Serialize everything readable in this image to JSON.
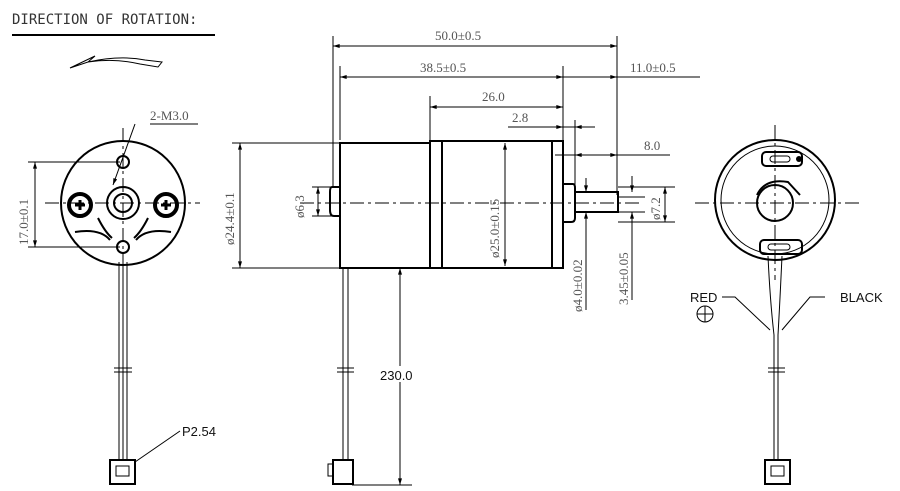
{
  "title": "DIRECTION OF ROTATION:",
  "front_view": {
    "hole_label": "2-M3.0",
    "hole_spacing": "17.0±0.1",
    "connector_label": "P2.54"
  },
  "side_view": {
    "overall_length": "50.0±0.5",
    "body_length": "38.5±0.5",
    "shaft_length": "11.0±0.5",
    "gearbox_length": "26.0",
    "flange_thickness": "2.8",
    "shaft_flat": "8.0",
    "motor_diameter": "ø24.4±0.1",
    "bump_diameter": "ø6.3",
    "gearbox_diameter": "ø25.0±0.15",
    "shaft_diameter": "ø4.0±0.02",
    "flat_width": "3.45±0.05",
    "boss_diameter": "ø7.2",
    "wire_length": "230.0"
  },
  "rear_view": {
    "red_label": "RED",
    "black_label": "BLACK"
  }
}
